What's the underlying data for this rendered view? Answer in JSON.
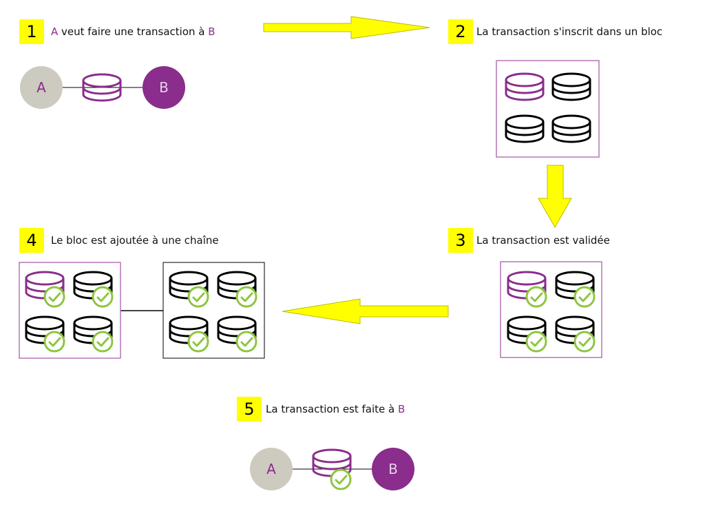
{
  "steps": [
    {
      "num": "1",
      "prefix": "",
      "a": "A",
      "text": " veut faire une transaction à ",
      "b": "B"
    },
    {
      "num": "2",
      "text": "La transaction s'inscrit dans un bloc"
    },
    {
      "num": "3",
      "text": "La transaction est validée"
    },
    {
      "num": "4",
      "text": "Le bloc est ajoutée à une chaîne"
    },
    {
      "num": "5",
      "text": "La transaction est faite à ",
      "b": "B"
    }
  ],
  "nodes": {
    "a": "A",
    "b": "B"
  },
  "colors": {
    "yellow": "#ffff00",
    "purple": "#8a2d8c",
    "grey": "#cdcbbf",
    "green": "#8dc63f",
    "box_border": "#b574b8"
  },
  "icons": [
    "coin-stack-icon",
    "check-icon",
    "arrow-icon"
  ]
}
